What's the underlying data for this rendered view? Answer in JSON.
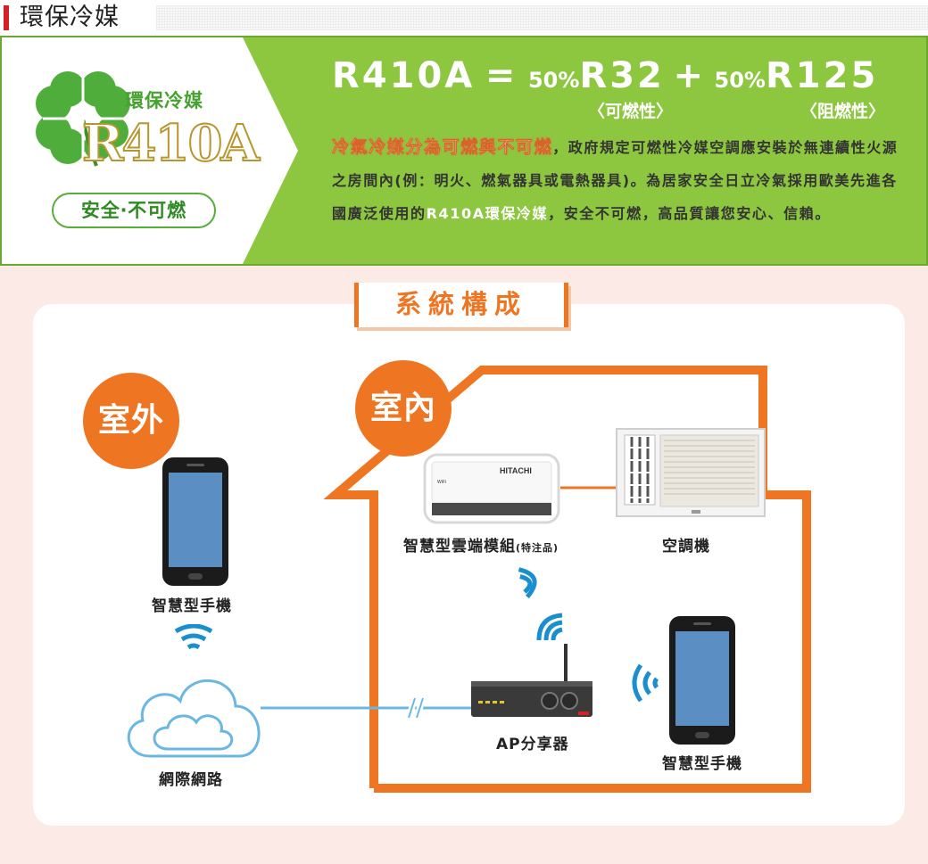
{
  "header": {
    "title": "環保冷媒"
  },
  "logo": {
    "tagline": "環保冷媒",
    "mark": "R410A",
    "pill": "安全‧不可燃"
  },
  "formula": {
    "r410a": "R410A",
    "eq": "=",
    "pct1": "50%",
    "r32": "R32",
    "plus": "+",
    "pct2": "50%",
    "r125": "R125",
    "r32_note": "〈可燃性〉",
    "r125_note": "〈阻燃性〉"
  },
  "description": {
    "highlight": "冷氣冷媒分為可燃與不可燃",
    "part1": "，政府規定可燃性冷媒空調應安裝於無連續性火源之房間內(例：明火、燃氣器具或電熱器具)。為居家安全日立冷氣採用歐美先進各國廣泛使用的",
    "highlight2": "R410A環保冷媒",
    "part2": "，安全不可燃，高品質讓您安心、信賴。"
  },
  "system": {
    "title": "系統構成",
    "outdoor": "室外",
    "indoor": "室內",
    "phone_outdoor_label": "智慧型手機",
    "cloud_label": "網際網路",
    "module_label": "智慧型雲端模組",
    "module_note": "(特注品)",
    "module_brand": "HITACHI",
    "module_wifi": "WiFi",
    "ac_label": "空調機",
    "router_label": "AP分享器",
    "phone_indoor_label": "智慧型手機"
  },
  "colors": {
    "accent": "#ee7623",
    "green": "#8dc63f",
    "red": "#d42027",
    "pink_bg": "#fceae6"
  }
}
